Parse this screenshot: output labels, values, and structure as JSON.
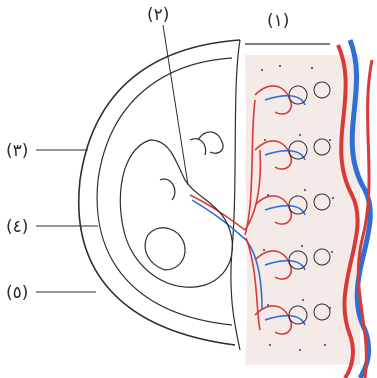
{
  "diagram": {
    "labels": {
      "placenta": "(١)",
      "umbilical_cord": "(٢)",
      "amnion": "(٣)",
      "amniotic_fluid": "(٤)",
      "uterus_wall": "(٥)"
    },
    "colors": {
      "outline": "#2e2e2e",
      "artery": "#d83a3a",
      "vein": "#2f6fd1",
      "uterus_fill": "#fbfbfb",
      "tissue": "#e9d7d2"
    }
  }
}
